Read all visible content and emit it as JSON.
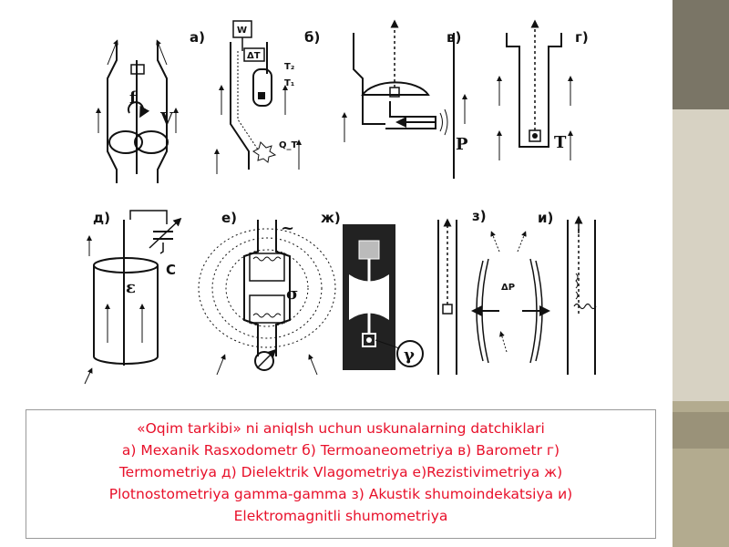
{
  "panels": [
    {
      "id": "a",
      "label": "а)",
      "symbols": [
        "f",
        "V"
      ]
    },
    {
      "id": "b",
      "label": "б)",
      "symbols": [
        "W",
        "ΔT",
        "T₂",
        "T₁",
        "Q_T"
      ]
    },
    {
      "id": "v",
      "label": "в)",
      "symbols": [
        "P"
      ]
    },
    {
      "id": "g",
      "label": "г)",
      "symbols": [
        "T"
      ]
    },
    {
      "id": "d",
      "label": "д)",
      "symbols": [
        "C",
        "ε"
      ]
    },
    {
      "id": "e",
      "label": "е)",
      "symbols": [
        "~",
        "σ"
      ]
    },
    {
      "id": "zh",
      "label": "ж)",
      "symbols": [
        "γ"
      ]
    },
    {
      "id": "z",
      "label": "з)",
      "symbols": [
        "ΔP"
      ]
    },
    {
      "id": "i",
      "label": "и)",
      "symbols": []
    }
  ],
  "caption": {
    "lines": [
      "«Oqim tarkibi» ni aniqlsh uchun uskunalarning datchiklari",
      "а) Mexanik Rasxodometr б) Termoaneometriya в) Barometr г)",
      "Termometriya д) Dielektrik Vlagometriya е)Rezistivimetriya ж)",
      "Plotnostometriya gamma-gamma з) Akustik shumoindekatsiya и)",
      "Elektromagnitli shumometriya"
    ]
  },
  "colors": {
    "caption_text": "#e8102a",
    "side_panel": "#d7d2c3",
    "side_dark": "#7a7566",
    "side_mid": "#b3ab8f"
  }
}
